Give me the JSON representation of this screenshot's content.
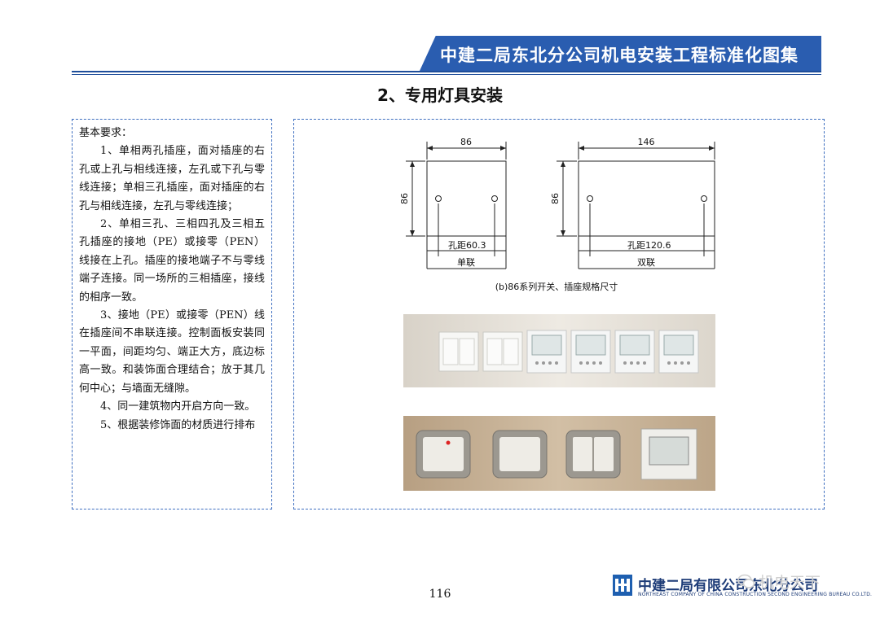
{
  "header": {
    "banner_title": "中建二局东北分公司机电安装工程标准化图集",
    "colors": {
      "banner": "#2a5db0",
      "rule": "#1f4e9a",
      "box_border": "#3f6fc0"
    }
  },
  "section": {
    "title": "2、专用灯具安装"
  },
  "requirements": {
    "heading": "基本要求：",
    "items": [
      "1、单相两孔插座，面对插座的右孔或上孔与相线连接，左孔或下孔与零线连接；单相三孔插座，面对插座的右孔与相线连接，左孔与零线连接；",
      "2、单相三孔、三相四孔及三相五孔插座的接地（PE）或接零（PEN）线接在上孔。插座的接地端子不与零线端子连接。同一场所的三相插座，接线的相序一致。",
      "3、接地（PE）或接零（PEN）线在插座间不串联连接。控制面板安装同一平面，间距均匀、端正大方，底边标高一致。和装饰面合理结合；放于其几何中心；与墙面无缝隙。",
      "4、同一建筑物内开启方向一致。",
      "5、根据装修饰面的材质进行排布"
    ]
  },
  "diagram": {
    "single": {
      "width_label": "86",
      "height_label": "86",
      "hole_label": "孔距60.3",
      "name": "单联"
    },
    "double": {
      "width_label": "146",
      "height_label": "86",
      "hole_label": "孔距120.6",
      "name": "双联"
    },
    "caption": "(b)86系列开关、插座规格尺寸"
  },
  "footer": {
    "page_number": "116",
    "company_cn": "中建二局有限公司东北分公司",
    "company_en": "NORTHEAST COMPANY OF CHINA CONSTRUCTION SECOND ENGINEERING BUREAU CO.LTD.",
    "watermark": "机电天下",
    "icons": {
      "logo": "cscec-logo-icon",
      "watermark": "wechat-icon"
    }
  }
}
